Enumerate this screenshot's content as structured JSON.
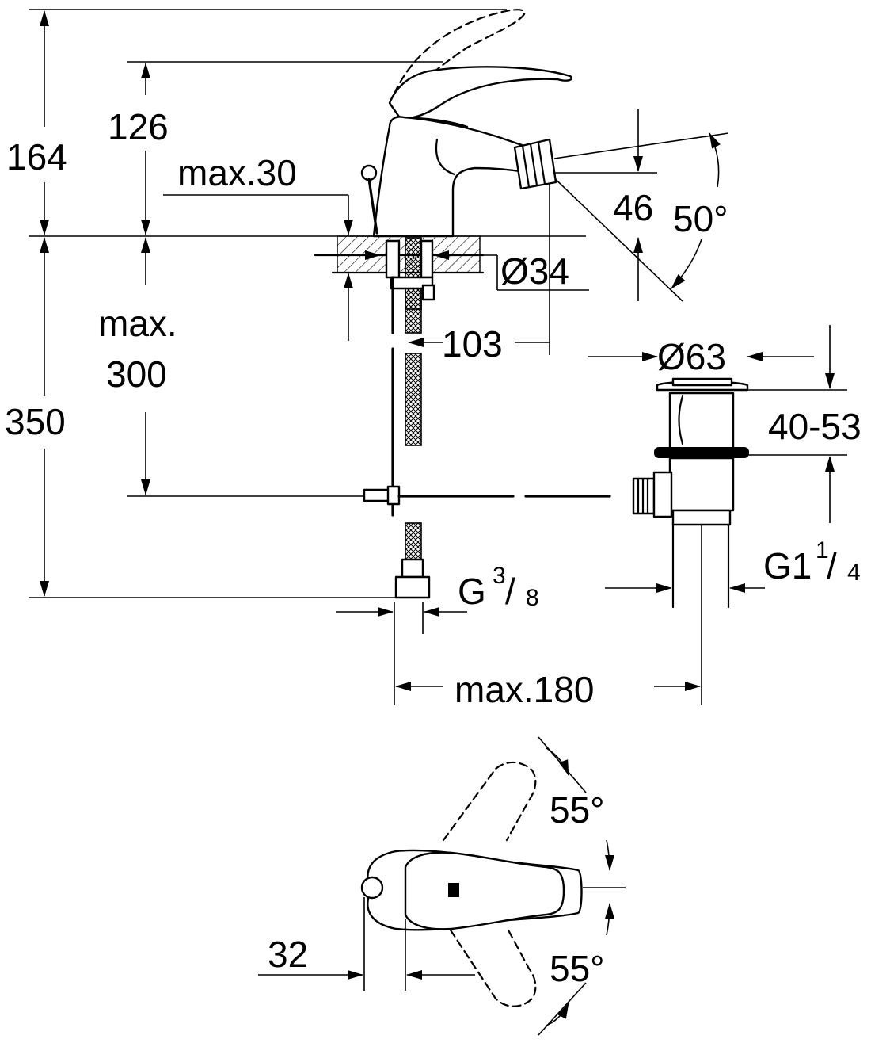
{
  "dimensions": {
    "d164": "164",
    "d126": "126",
    "max30": "max.30",
    "d46": "46",
    "deg50": "50°",
    "dia34": "Ø34",
    "max_label": "max.",
    "d300": "300",
    "d103": "103",
    "dia63": "Ø63",
    "d350": "350",
    "range4053": "40-53",
    "g_small": "G",
    "g_small_num": "3",
    "g_small_den": "8",
    "g_large": "G1",
    "g_large_num": "1",
    "g_large_den": "4",
    "max180": "max.180",
    "deg55_top": "55°",
    "deg55_bottom": "55°",
    "d32": "32"
  }
}
